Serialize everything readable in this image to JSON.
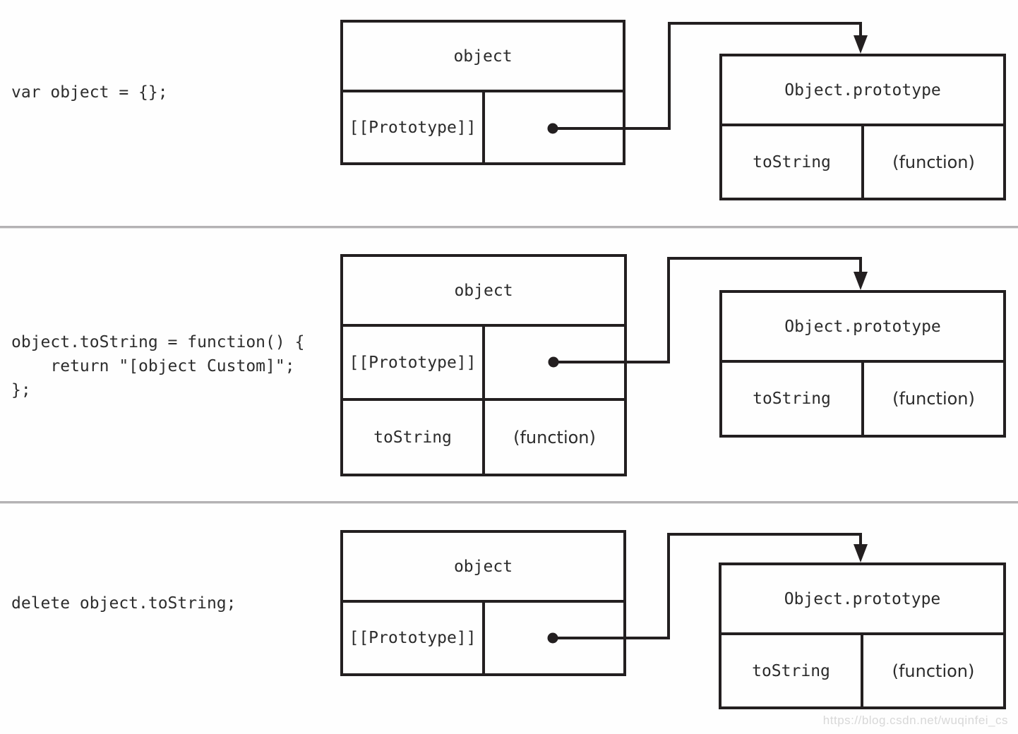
{
  "watermark": "https://blog.csdn.net/wuqinfei_cs",
  "line_color": "#231f20",
  "separator_color": "#b4b2b4",
  "sections": [
    {
      "code": "var object = {};",
      "object_box": {
        "title": "object",
        "prototype_key": "[[Prototype]]"
      },
      "prototype_box": {
        "title": "Object.prototype",
        "method_key": "toString",
        "method_value": "(function)"
      }
    },
    {
      "code": "object.toString = function() {\n    return \"[object Custom]\";\n};",
      "object_box": {
        "title": "object",
        "prototype_key": "[[Prototype]]",
        "method_key": "toString",
        "method_value": "(function)"
      },
      "prototype_box": {
        "title": "Object.prototype",
        "method_key": "toString",
        "method_value": "(function)"
      }
    },
    {
      "code": "delete object.toString;",
      "object_box": {
        "title": "object",
        "prototype_key": "[[Prototype]]"
      },
      "prototype_box": {
        "title": "Object.prototype",
        "method_key": "toString",
        "method_value": "(function)"
      }
    }
  ]
}
